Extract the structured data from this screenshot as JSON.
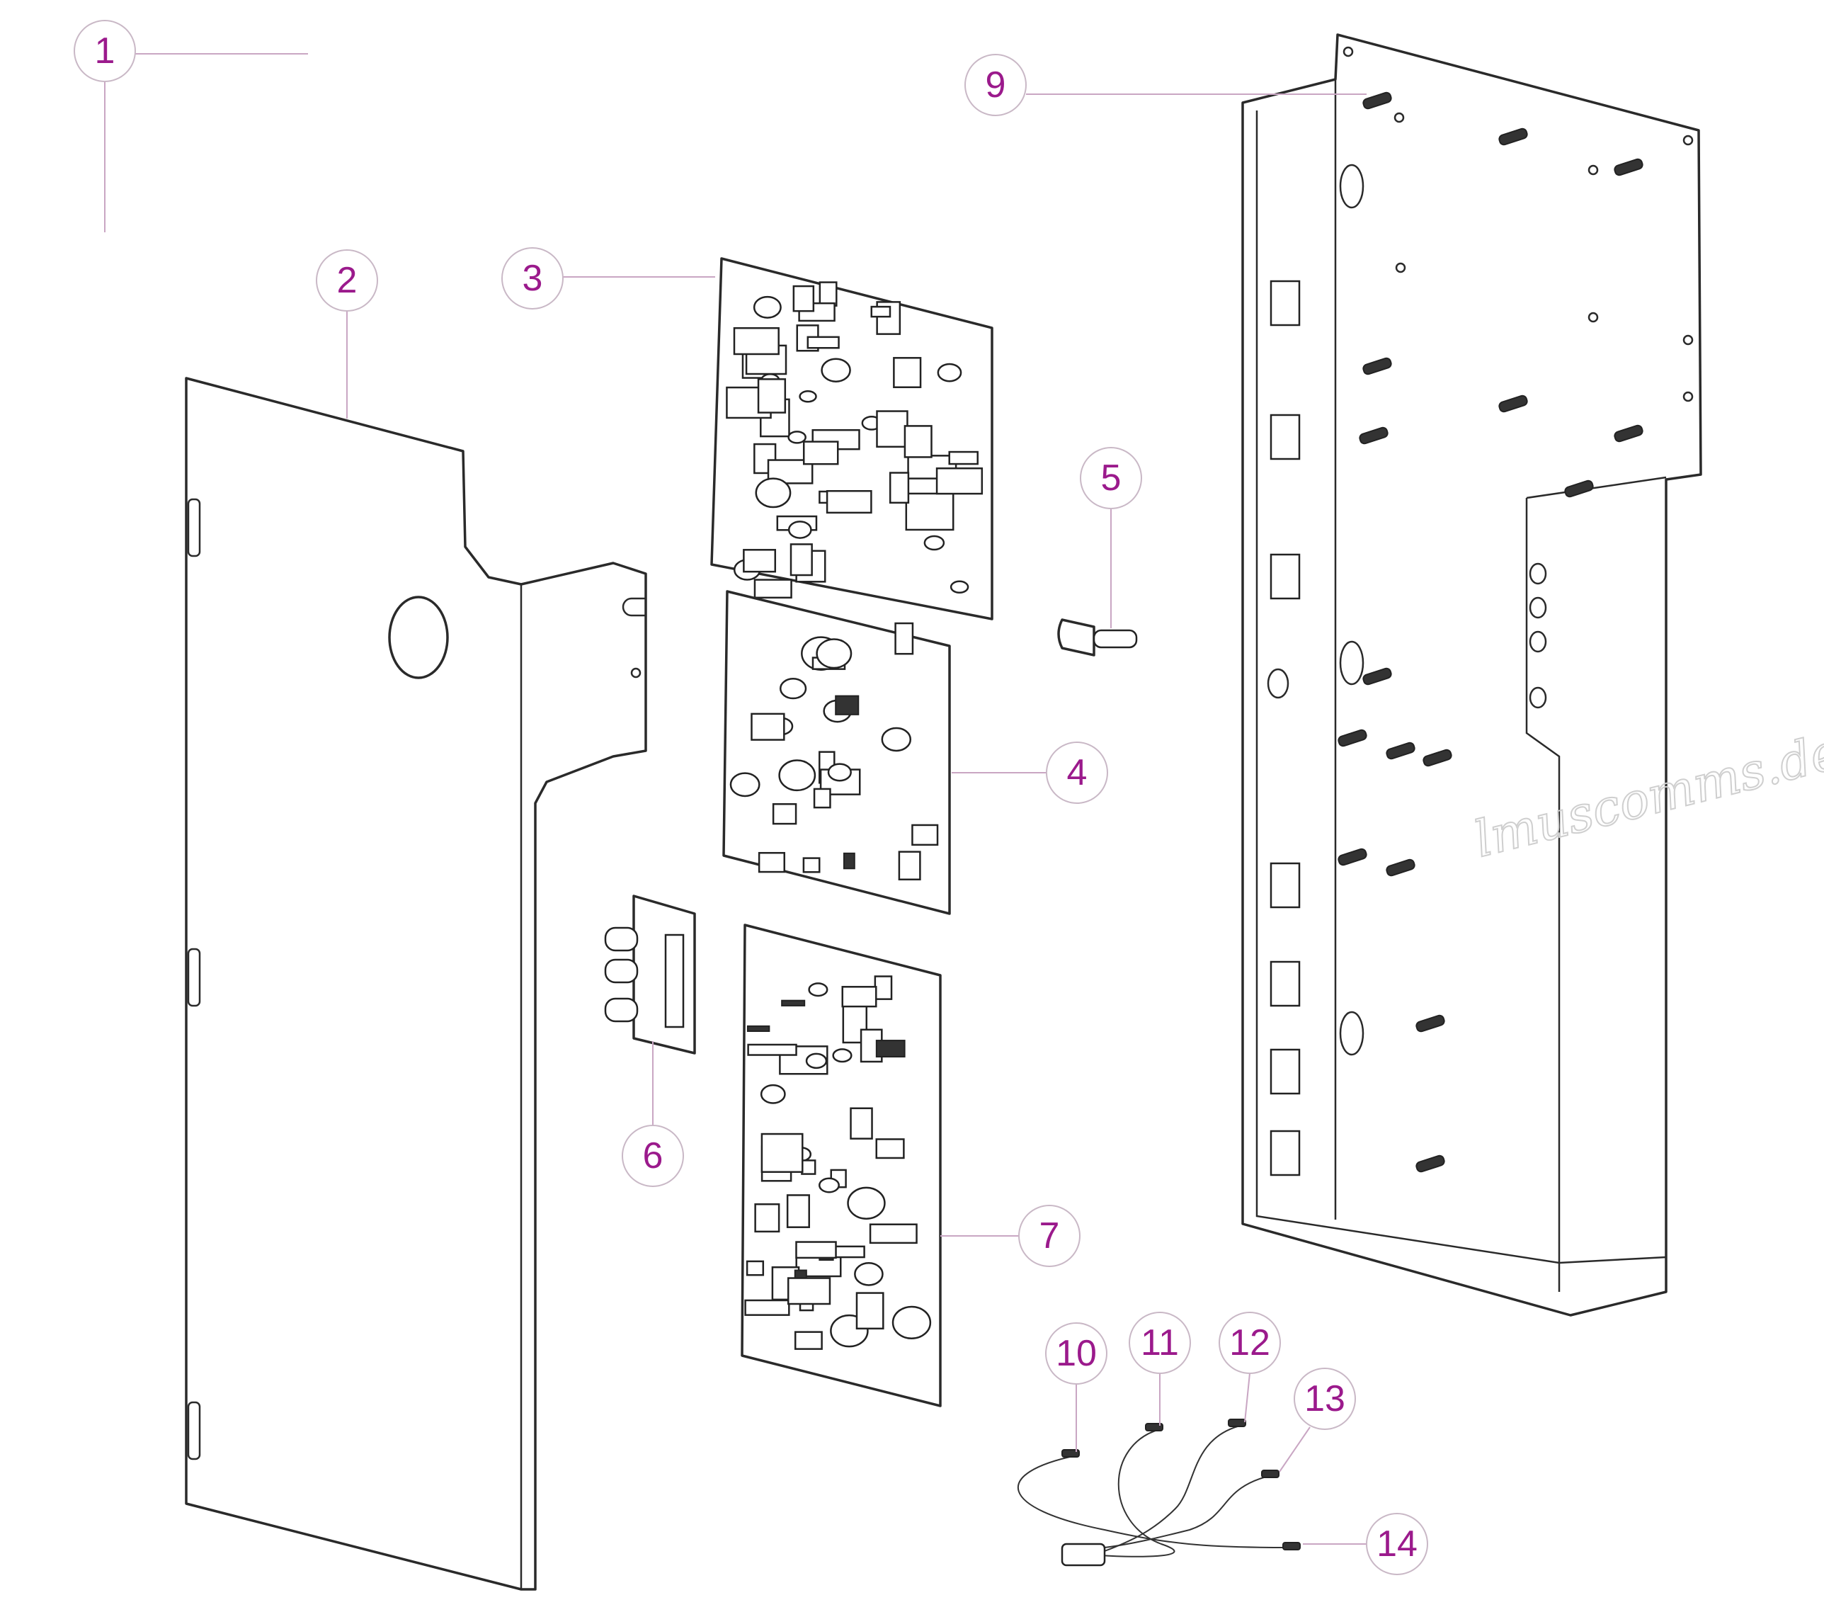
{
  "diagram": {
    "type": "exploded-parts-view",
    "label_color": "#9b1a8c",
    "callouts": [
      {
        "id": "1",
        "label": "1"
      },
      {
        "id": "2",
        "label": "2"
      },
      {
        "id": "3",
        "label": "3"
      },
      {
        "id": "4",
        "label": "4"
      },
      {
        "id": "5",
        "label": "5"
      },
      {
        "id": "6",
        "label": "6"
      },
      {
        "id": "7",
        "label": "7"
      },
      {
        "id": "9",
        "label": "9"
      },
      {
        "id": "10",
        "label": "10"
      },
      {
        "id": "11",
        "label": "11"
      },
      {
        "id": "12",
        "label": "12"
      },
      {
        "id": "13",
        "label": "13"
      },
      {
        "id": "14",
        "label": "14"
      }
    ],
    "watermark": "lmuscomms.de"
  }
}
